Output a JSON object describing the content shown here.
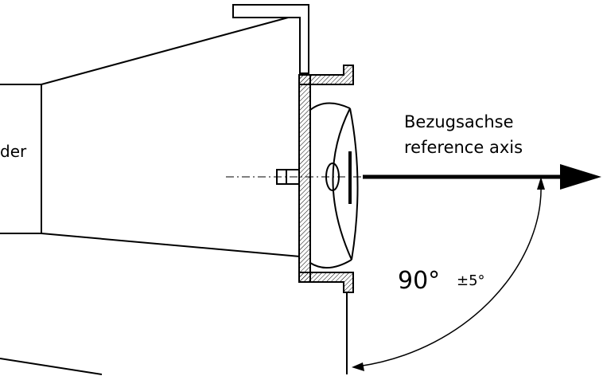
{
  "labels": {
    "left_fragment": "der",
    "axis_de": "Bezugsachse",
    "axis_en": "reference axis",
    "angle_value": "90°",
    "angle_tolerance": "±5°"
  },
  "angle": {
    "nominal_deg": 90,
    "tolerance_deg": 5
  },
  "colors": {
    "line": "#000000",
    "background": "#ffffff"
  },
  "icons": {
    "axis_arrowhead": "arrowhead-right",
    "dimension_arrows": "arrowhead-curved"
  }
}
